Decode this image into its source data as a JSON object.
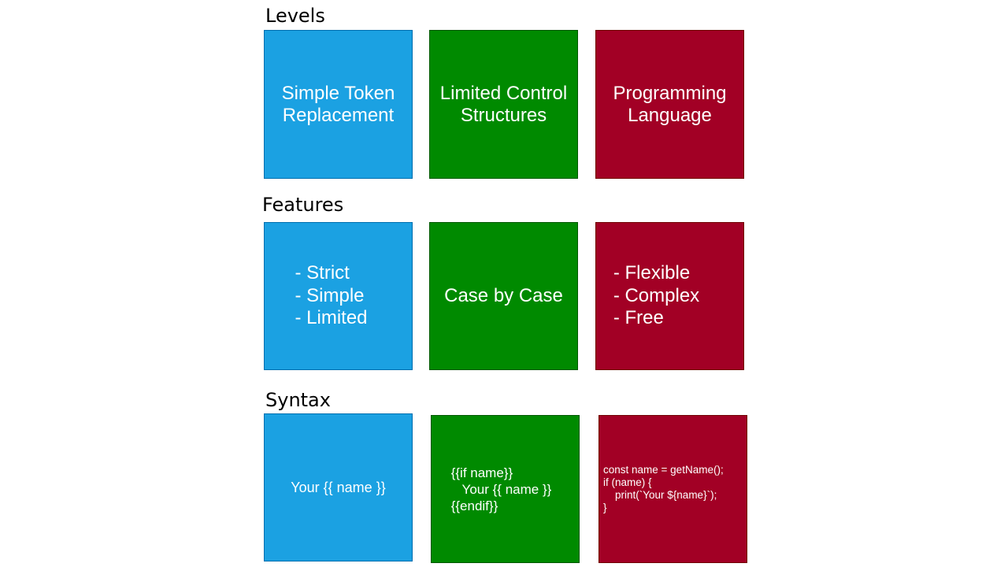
{
  "colors": {
    "blue": "#1ba1e2",
    "green": "#008a00",
    "red": "#a20025"
  },
  "sections": {
    "levels": {
      "heading": "Levels",
      "boxes": [
        {
          "text": "Simple Token\nReplacement",
          "color": "blue"
        },
        {
          "text": "Limited Control\nStructures",
          "color": "green"
        },
        {
          "text": "Programming\nLanguage",
          "color": "red"
        }
      ]
    },
    "features": {
      "heading": "Features",
      "boxes": [
        {
          "text": "- Strict\n- Simple\n- Limited",
          "color": "blue"
        },
        {
          "text": "Case by Case",
          "color": "green"
        },
        {
          "text": "- Flexible\n- Complex\n- Free",
          "color": "red"
        }
      ]
    },
    "syntax": {
      "heading": "Syntax",
      "boxes": [
        {
          "text": "Your {{ name }}",
          "color": "blue"
        },
        {
          "text": "{{if name}}\n   Your {{ name }}\n{{endif}}",
          "color": "green"
        },
        {
          "text": "const name = getName();\nif (name) {\n    print(`Your ${name}`);\n}",
          "color": "red"
        }
      ]
    }
  }
}
